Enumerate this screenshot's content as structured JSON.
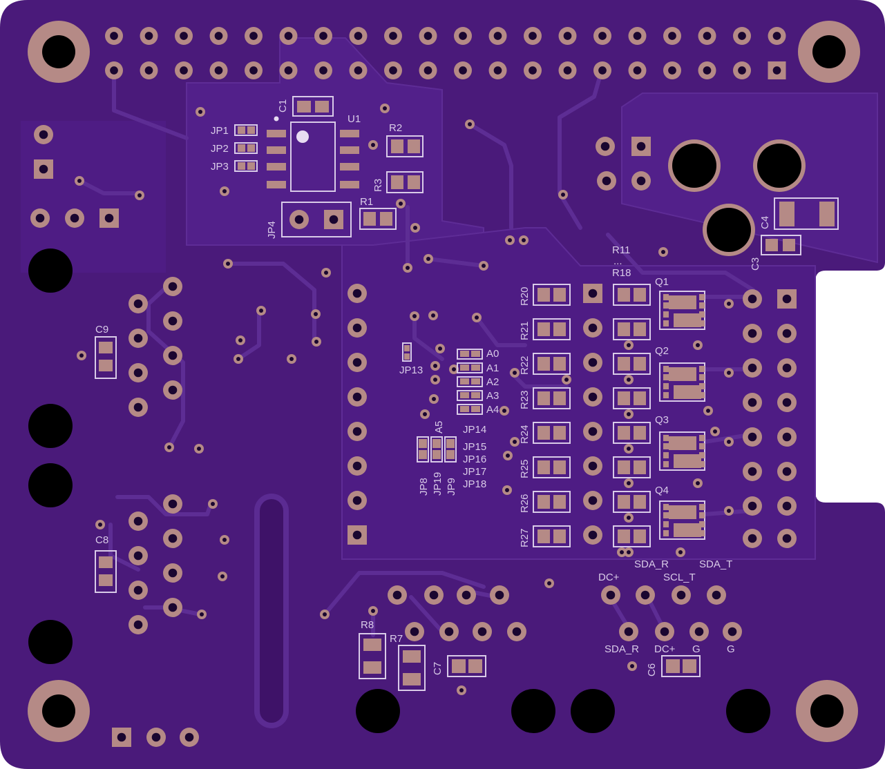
{
  "colors": {
    "board": "#4a1a7a",
    "board_light": "#5a2a8c",
    "copper": "#b58a86",
    "silkscreen": "#d9cbe8",
    "hole": "#000000"
  },
  "icons": [
    "mounting-hole-icon",
    "header-pin-icon",
    "smd-pad-icon",
    "via-icon"
  ],
  "labels": {
    "c1": "C1",
    "u1": "U1",
    "r2": "R2",
    "r3": "R3",
    "r1": "R1",
    "jp4": "JP4",
    "jp1": "JP1",
    "jp2": "JP2",
    "jp3": "JP3",
    "c4": "C4",
    "c3": "C3",
    "r11": "R11",
    "dots": "...",
    "r18": "R18",
    "q1": "Q1",
    "q2": "Q2",
    "q3": "Q3",
    "q4": "Q4",
    "r20": "R20",
    "r21": "R21",
    "r22": "R22",
    "r23": "R23",
    "r24": "R24",
    "r25": "R25",
    "r26": "R26",
    "r27": "R27",
    "c9": "C9",
    "c8": "C8",
    "jp13": "JP13",
    "a0": "A0",
    "a1": "A1",
    "a2": "A2",
    "a3": "A3",
    "a4": "A4",
    "a5": "A5",
    "jp14": "JP14",
    "jp15": "JP15",
    "jp16": "JP16",
    "jp17": "JP17",
    "jp18": "JP18",
    "jp8": "JP8",
    "jp19": "JP19",
    "jp9": "JP9",
    "sda_r_top": "SDA_R",
    "sda_t": "SDA_T",
    "dc_top": "DC+",
    "scl_t": "SCL_T",
    "sda_r_bot": "SDA_R",
    "dc_bot": "DC+",
    "g1": "G",
    "g2": "G",
    "r8": "R8",
    "r7": "R7",
    "c7": "C7",
    "c6": "C6"
  }
}
